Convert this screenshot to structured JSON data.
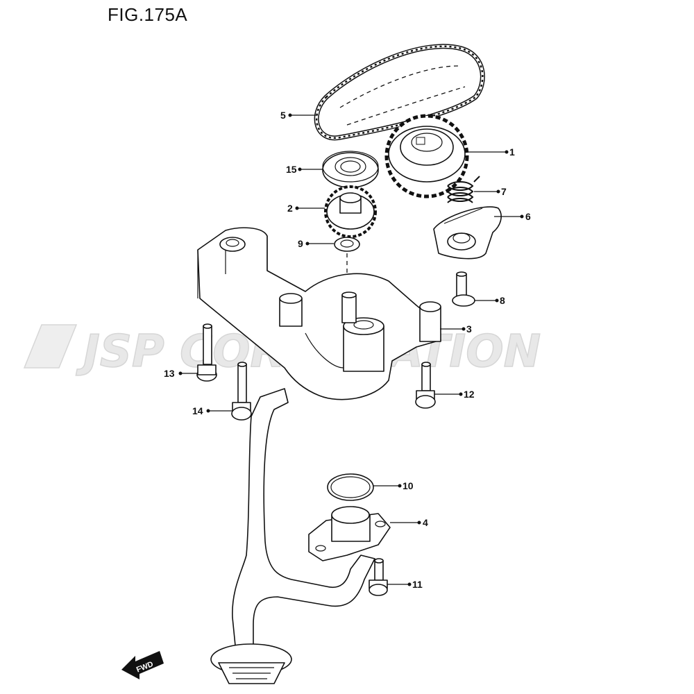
{
  "figure": {
    "title": "FIG.175A"
  },
  "watermark": {
    "text": "JSP CORPORATION"
  },
  "fwd_label": "FWD",
  "callouts": [
    {
      "id": "1",
      "label": "1"
    },
    {
      "id": "2",
      "label": "2"
    },
    {
      "id": "3",
      "label": "3"
    },
    {
      "id": "4",
      "label": "4"
    },
    {
      "id": "5",
      "label": "5"
    },
    {
      "id": "6",
      "label": "6"
    },
    {
      "id": "7",
      "label": "7"
    },
    {
      "id": "8",
      "label": "8"
    },
    {
      "id": "9",
      "label": "9"
    },
    {
      "id": "10",
      "label": "10"
    },
    {
      "id": "11",
      "label": "11"
    },
    {
      "id": "12",
      "label": "12"
    },
    {
      "id": "13",
      "label": "13"
    },
    {
      "id": "14",
      "label": "14"
    },
    {
      "id": "15",
      "label": "15"
    }
  ]
}
